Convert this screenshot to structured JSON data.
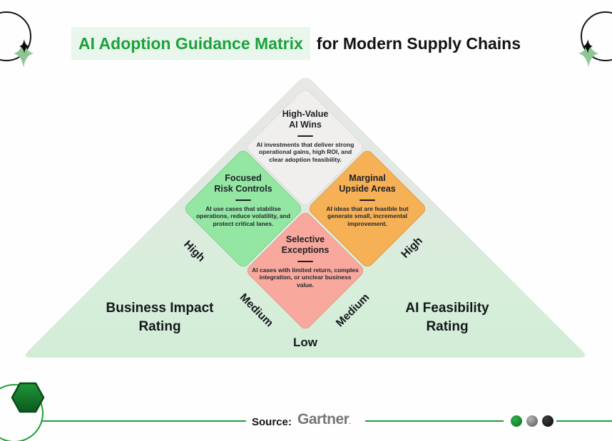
{
  "header": {
    "title_highlight": "AI Adoption Guidance Matrix",
    "title_rest": "for Modern Supply Chains"
  },
  "matrix": {
    "quadrants": [
      {
        "position": "top",
        "title_line1": "High-Value",
        "title_line2": "AI Wins",
        "description": "AI investments that deliver strong operational gains, high ROI, and clear adoption feasibility.",
        "fill": "#f0efed"
      },
      {
        "position": "left",
        "title_line1": "Focused",
        "title_line2": "Risk Controls",
        "description": "AI use cases that stabilise operations, reduce volatility, and protect critical lanes.",
        "fill": "#94e6a3"
      },
      {
        "position": "right",
        "title_line1": "Marginal",
        "title_line2": "Upside Areas",
        "description": "AI ideas that are feasible but generate small, incremental improvement.",
        "fill": "#f6b055"
      },
      {
        "position": "bottom",
        "title_line1": "Selective",
        "title_line2": "Exceptions",
        "description": "AI cases with limited return, complex integration, or unclear business value.",
        "fill": "#f9a89d"
      }
    ],
    "axis_labels": {
      "left_high": "High",
      "left_medium": "Medium",
      "right_high": "High",
      "right_medium": "Medium",
      "low": "Low"
    },
    "left_axis_title_line1": "Business Impact",
    "left_axis_title_line2": "Rating",
    "right_axis_title_line1": "AI Feasibility",
    "right_axis_title_line2": "Rating"
  },
  "footer": {
    "source_label": "Source:",
    "source_name": "Gartner",
    "source_mark": "."
  },
  "colors": {
    "accent_green": "#1ba23c",
    "highlight_bg": "#e9f6ec",
    "line_green": "#1f9e35",
    "triangle_top": "#e8e7e5",
    "triangle_bottom": "#d2edd7"
  }
}
